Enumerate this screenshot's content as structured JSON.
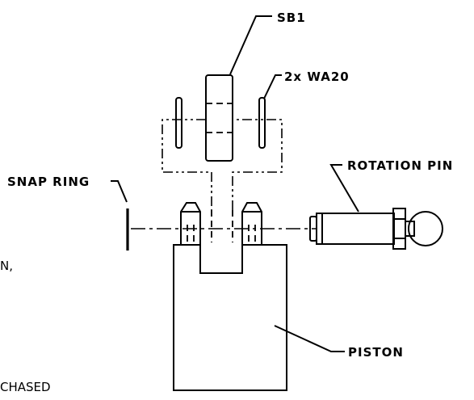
{
  "labels": {
    "sb1": "SB1",
    "washers": "2x WA20",
    "snap_ring": "SNAP RING",
    "rotation_pin": "ROTATION PIN",
    "piston": "PISTON"
  },
  "notes": {
    "left_fragment_1": "N,",
    "left_fragment_2": "CHASED"
  }
}
